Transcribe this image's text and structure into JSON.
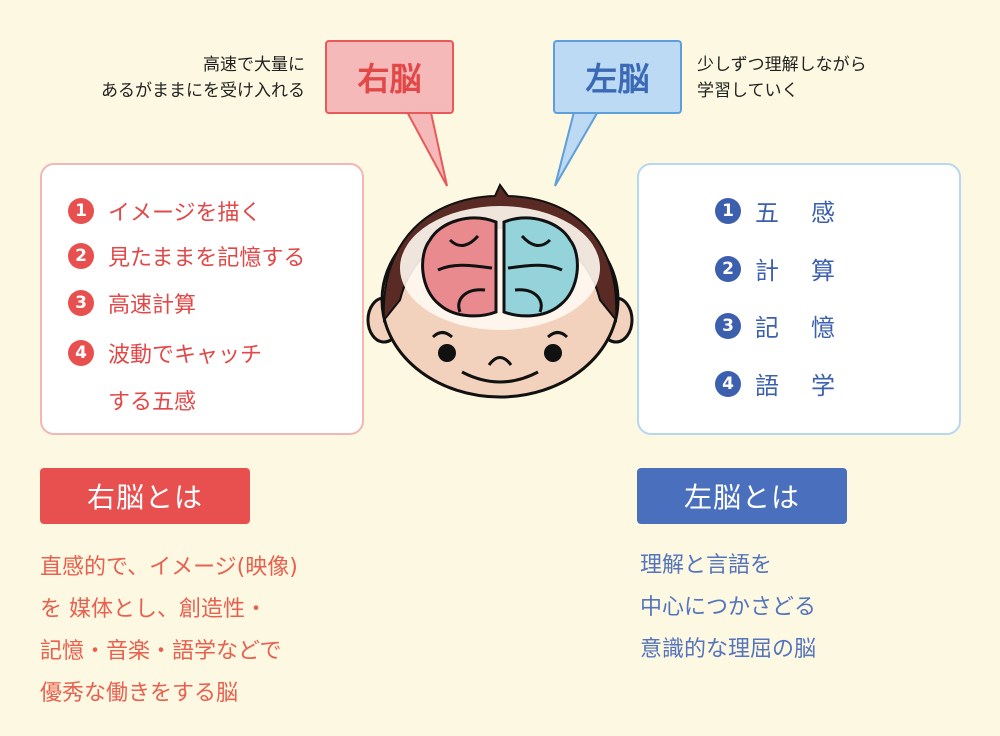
{
  "colors": {
    "background": "#fdf8e1",
    "right_accent": "#e84f4f",
    "left_accent": "#4a6fbd"
  },
  "right_brain": {
    "bubble": "右脳",
    "note": [
      "高速で大量に",
      "あるがままにを受け入れる"
    ],
    "items": [
      {
        "num": "1",
        "text": "イメージを描く"
      },
      {
        "num": "2",
        "text": "見たままを記憶する"
      },
      {
        "num": "3",
        "text": "高速計算"
      },
      {
        "num": "4",
        "text": "波動でキャッチ",
        "text2": "する五感"
      }
    ],
    "heading": "右脳とは",
    "description": [
      "直感的で、イメージ(映像)",
      "を 媒体とし、創造性・",
      "記憶・音楽・語学などで",
      "優秀な働きをする脳"
    ]
  },
  "left_brain": {
    "bubble": "左脳",
    "note": [
      "少しずつ理解しながら",
      "学習していく"
    ],
    "items": [
      {
        "num": "1",
        "c1": "五",
        "c2": "感"
      },
      {
        "num": "2",
        "c1": "計",
        "c2": "算"
      },
      {
        "num": "3",
        "c1": "記",
        "c2": "憶"
      },
      {
        "num": "4",
        "c1": "語",
        "c2": "学"
      }
    ],
    "heading": "左脳とは",
    "description": [
      "理解と言語を",
      "中心につかさどる",
      "意識的な理屈の脳"
    ]
  }
}
